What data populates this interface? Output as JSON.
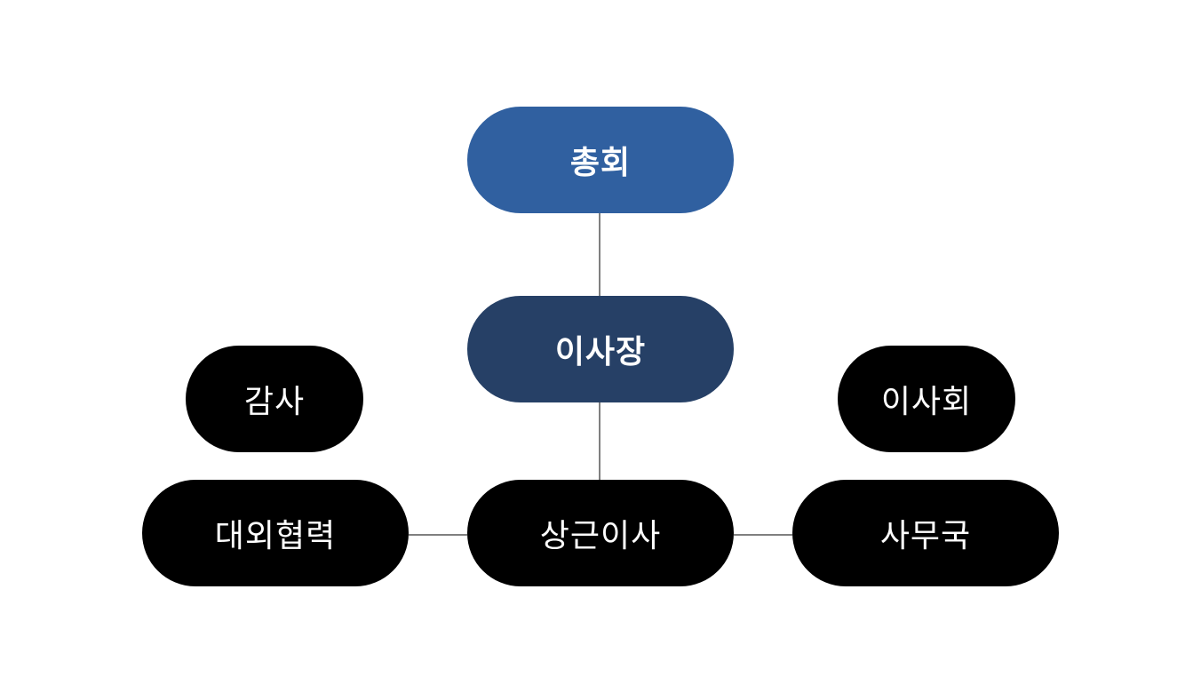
{
  "diagram": {
    "nodes": {
      "general_assembly": {
        "label": "총회",
        "color": "#3060a0"
      },
      "chairman": {
        "label": "이사장",
        "color": "#264066"
      },
      "auditor": {
        "label": "감사",
        "color": "#000000"
      },
      "board_of_directors": {
        "label": "이사회",
        "color": "#000000"
      },
      "external_cooperation": {
        "label": "대외협력",
        "color": "#000000"
      },
      "standing_director": {
        "label": "상근이사",
        "color": "#000000"
      },
      "secretariat": {
        "label": "사무국",
        "color": "#000000"
      }
    },
    "connections": [
      [
        "general_assembly",
        "chairman"
      ],
      [
        "chairman",
        "standing_director"
      ],
      [
        "external_cooperation",
        "standing_director"
      ],
      [
        "standing_director",
        "secretariat"
      ]
    ],
    "line_color": "#000000"
  }
}
